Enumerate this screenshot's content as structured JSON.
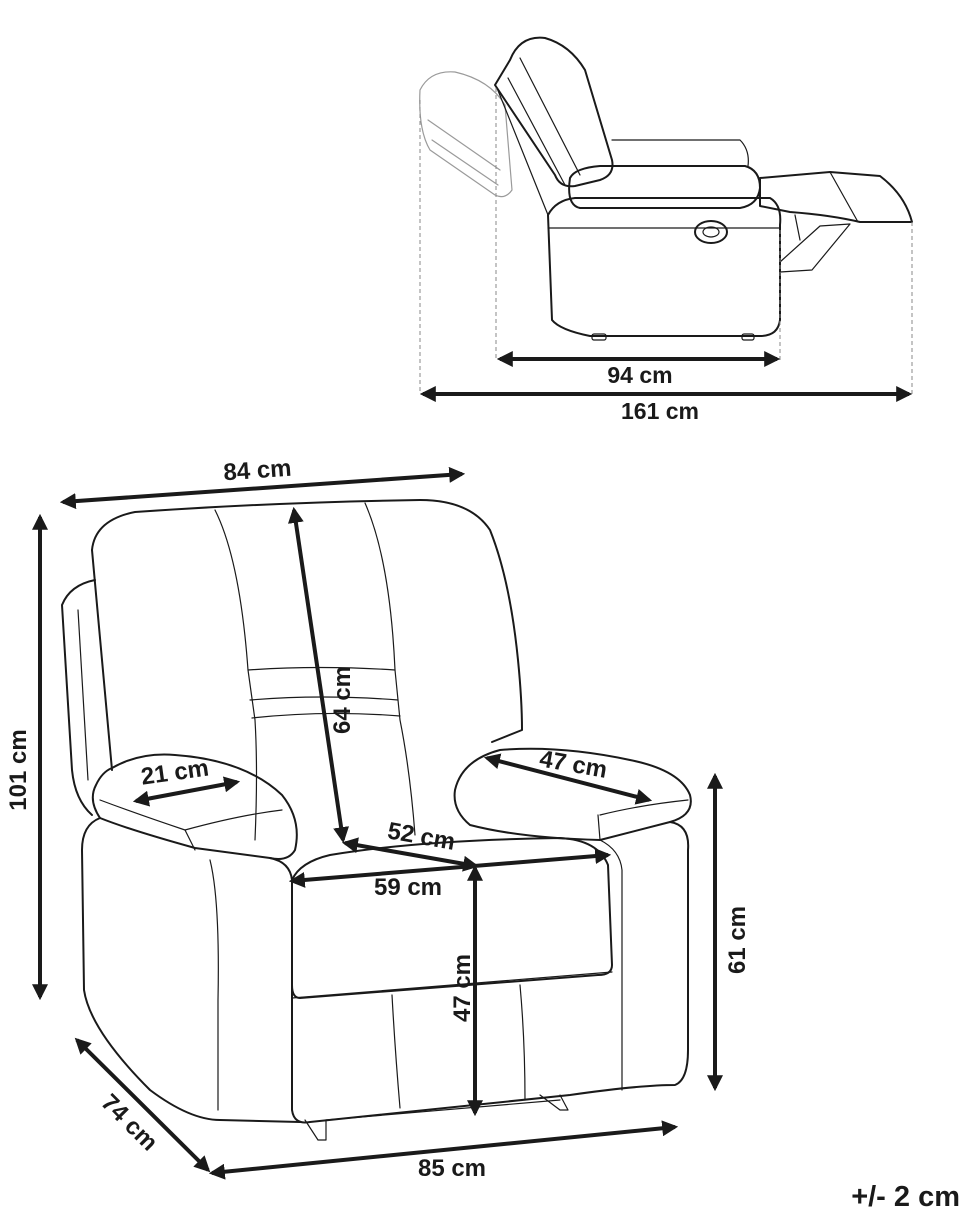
{
  "side_view": {
    "labels": {
      "depth_upright": "94 cm",
      "depth_reclined": "161 cm"
    }
  },
  "front_view": {
    "labels": {
      "total_width": "84 cm",
      "total_height": "101 cm",
      "backrest_height": "64 cm",
      "armrest_width": "21 cm",
      "armrest_length": "47 cm",
      "seat_depth": "52 cm",
      "seat_width": "59 cm",
      "seat_height": "47 cm",
      "armrest_height": "61 cm",
      "total_depth": "74 cm",
      "base_width": "85 cm"
    }
  },
  "tolerance": "+/- 2 cm"
}
